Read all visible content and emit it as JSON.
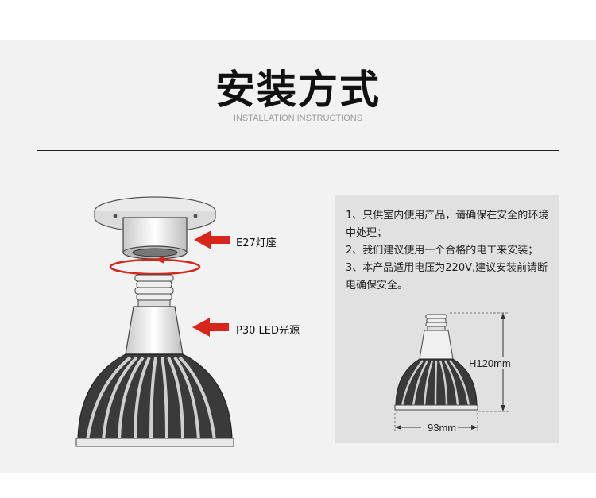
{
  "header": {
    "title": "安装方式",
    "subtitle": "INSTALLATION INSTRUCTIONS"
  },
  "diagram": {
    "socket_label": "E27灯座",
    "bulb_label": "P30 LED光源"
  },
  "notes": [
    "1、只供室内使用产品，请确保在安全的环境中处理；",
    "2、我们建议使用一个合格的电工来安装；",
    "3、本产品适用电压为220V,建议安装前请断电确保安全。"
  ],
  "dimensions": {
    "height": "H120mm",
    "width": "93mm"
  },
  "colors": {
    "arrow": "#d9261c",
    "panel": "#f3f2f2",
    "info_box": "#e2e1e1"
  }
}
